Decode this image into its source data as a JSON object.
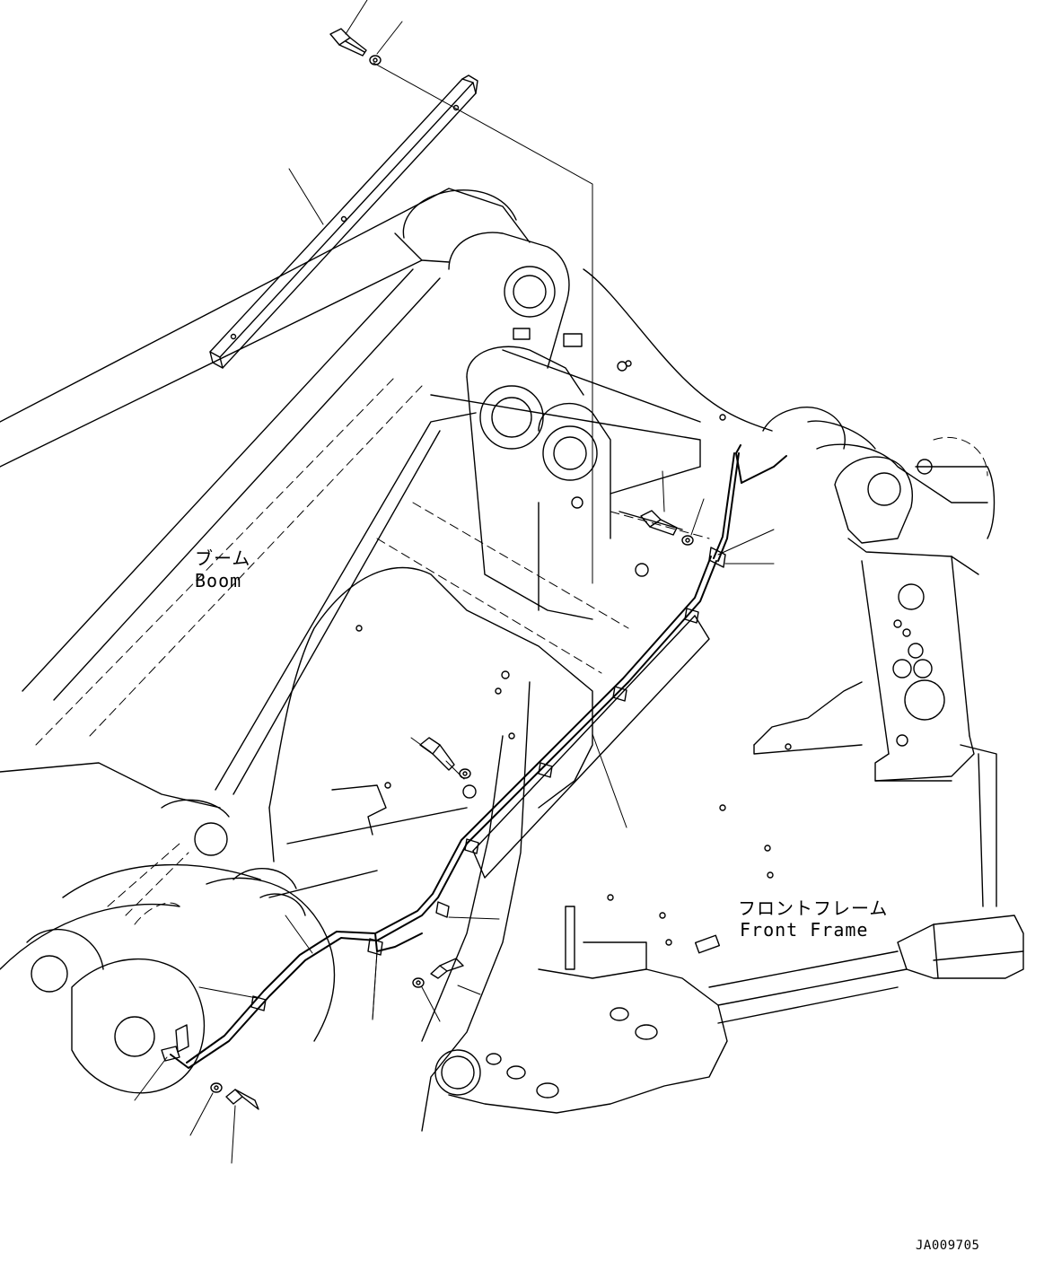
{
  "labels": {
    "boom_jp": "ブーム",
    "boom_en": "Boom",
    "front_frame_jp": "フロントフレーム",
    "front_frame_en": "Front Frame",
    "drawing_id": "JA009705"
  },
  "colors": {
    "line": "#000000",
    "background": "#ffffff"
  }
}
